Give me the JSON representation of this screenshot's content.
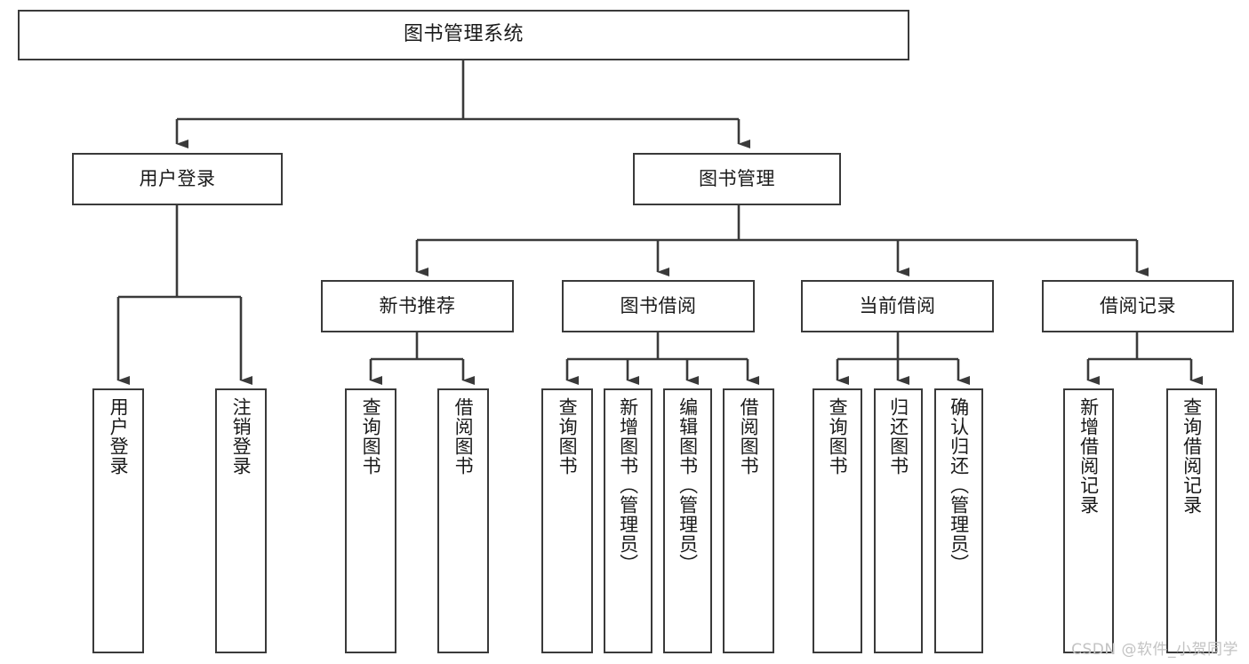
{
  "diagram": {
    "title": "图书管理系统",
    "type": "tree-hierarchy",
    "background_color": "#ffffff",
    "line_color": "#3a3a3a",
    "text_color": "#1a1a1a"
  },
  "nodes": {
    "root": {
      "label": "图书管理系统"
    },
    "level2": [
      {
        "label": "用户登录"
      },
      {
        "label": "图书管理"
      }
    ],
    "level3": [
      {
        "label": "新书推荐"
      },
      {
        "label": "图书借阅"
      },
      {
        "label": "当前借阅"
      },
      {
        "label": "借阅记录"
      }
    ],
    "leaves_user_login": [
      {
        "label": "用户登录"
      },
      {
        "label": "注销登录"
      }
    ],
    "leaves_new_book": [
      {
        "label": "查询图书"
      },
      {
        "label": "借阅图书"
      }
    ],
    "leaves_borrow": [
      {
        "label": "查询图书"
      },
      {
        "label": "新增图书（管理员）"
      },
      {
        "label": "编辑图书（管理员）"
      },
      {
        "label": "借阅图书"
      }
    ],
    "leaves_current": [
      {
        "label": "查询图书"
      },
      {
        "label": "归还图书"
      },
      {
        "label": "确认归还（管理员）"
      }
    ],
    "leaves_record": [
      {
        "label": "新增借阅记录"
      },
      {
        "label": "查询借阅记录"
      }
    ]
  },
  "watermark": {
    "text": "CSDN @软件_小贺同学"
  }
}
